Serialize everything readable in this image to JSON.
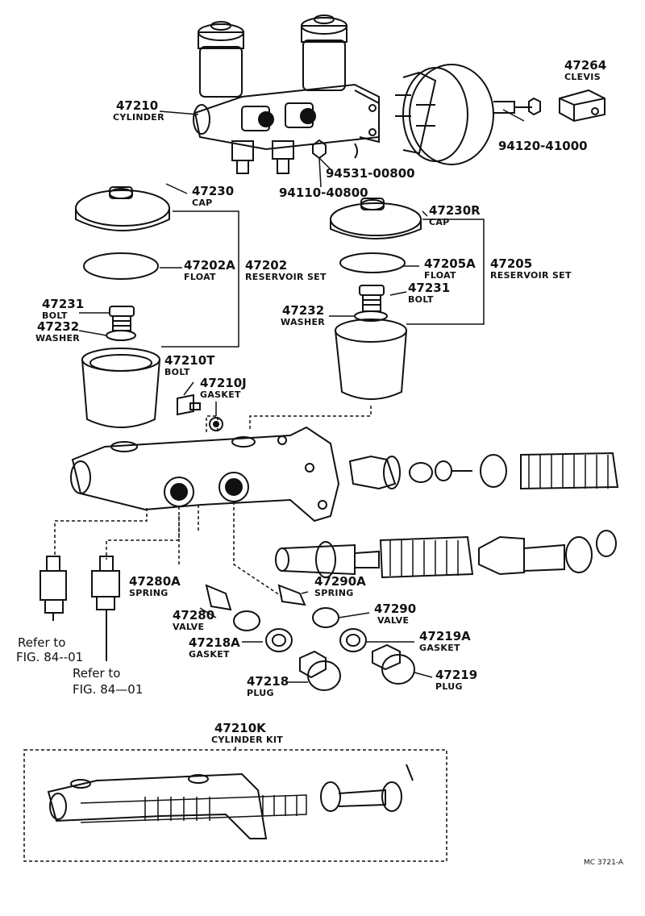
{
  "labels": {
    "p47210": {
      "num": "47210",
      "name": "CYLINDER"
    },
    "p47264": {
      "num": "47264",
      "name": "CLEVIS"
    },
    "p94120": {
      "num": "94120-41000"
    },
    "p94531": {
      "num": "94531-00800"
    },
    "p94110": {
      "num": "94110-40800"
    },
    "p47230": {
      "num": "47230",
      "name": "CAP"
    },
    "p47230R": {
      "num": "47230R",
      "name": "CAP"
    },
    "p47202A": {
      "num": "47202A",
      "name": "FLOAT"
    },
    "p47202": {
      "num": "47202",
      "name": "RESERVOIR SET"
    },
    "p47205A": {
      "num": "47205A",
      "name": "FLOAT"
    },
    "p47205": {
      "num": "47205",
      "name": "RESERVOIR SET"
    },
    "p47231L": {
      "num": "47231",
      "name": "BOLT"
    },
    "p47232L": {
      "num": "47232",
      "name": "WASHER"
    },
    "p47231R": {
      "num": "47231",
      "name": "BOLT"
    },
    "p47232R": {
      "num": "47232",
      "name": "WASHER"
    },
    "p47210T": {
      "num": "47210T",
      "name": "BOLT"
    },
    "p47210J": {
      "num": "47210J",
      "name": "GASKET"
    },
    "p47280A": {
      "num": "47280A",
      "name": "SPRING"
    },
    "p47290A": {
      "num": "47290A",
      "name": "SPRING"
    },
    "p47280": {
      "num": "47280",
      "name": "VALVE"
    },
    "p47290": {
      "num": "47290",
      "name": "VALVE"
    },
    "p47218A": {
      "num": "47218A",
      "name": "GASKET"
    },
    "p47219A": {
      "num": "47219A",
      "name": "GASKET"
    },
    "p47218": {
      "num": "47218",
      "name": "PLUG"
    },
    "p47219": {
      "num": "47219",
      "name": "PLUG"
    },
    "p47210K": {
      "num": "47210K",
      "name": "CYLINDER KIT"
    }
  },
  "refs": {
    "left": {
      "line1": "Refer to",
      "line2": "FIG. 84--01"
    },
    "right": {
      "line1": "Refer to",
      "line2": "FIG. 84—01"
    }
  },
  "code": "MC 3721-A"
}
